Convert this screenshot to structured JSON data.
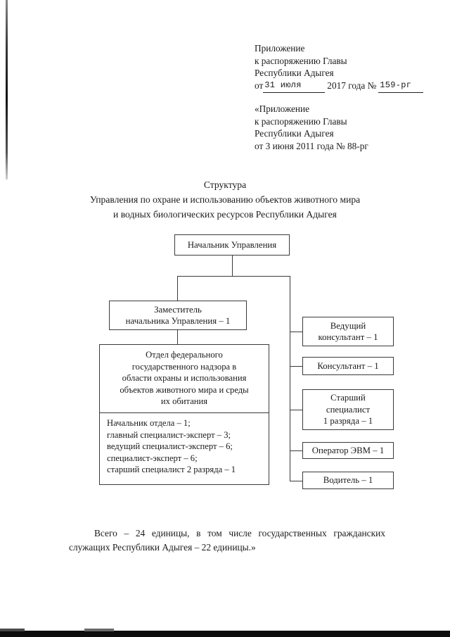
{
  "document": {
    "header_first": {
      "lines": [
        "Приложение",
        "к распоряжению Главы",
        "Республики Адыгея"
      ],
      "date_prefix": "от",
      "date_fill": "31 июля",
      "date_middle": "2017 года №",
      "number_fill": "159-рг"
    },
    "header_second": {
      "lines": [
        "«Приложение",
        "к распоряжению Главы",
        "Республики Адыгея",
        "от 3 июня 2011 года № 88-рг"
      ]
    },
    "title": {
      "lines": [
        "Структура",
        "Управления по охране и использованию объектов животного мира",
        "и водных биологических ресурсов Республики Адыгея"
      ]
    },
    "summary": "Всего – 24 единицы, в том числе государственных гражданских служащих Республики Адыгея – 22 единицы.»"
  },
  "chart_data": {
    "type": "diagram",
    "title": "Структура Управления по охране и использованию объектов животного мира и водных биологических ресурсов Республики Адыгея",
    "nodes": {
      "head": {
        "lines": [
          "Начальник Управления"
        ],
        "units": null
      },
      "deputy": {
        "lines": [
          "Заместитель",
          "начальника Управления – 1"
        ],
        "units": 1
      },
      "department": {
        "description_lines": [
          "Отдел федерального",
          "государственного надзора в",
          "области охраны и использования",
          "объектов животного мира и среды",
          "их обитания"
        ],
        "staff_lines": [
          "Начальник отдела – 1;",
          "главный специалист-эксперт – 3;",
          "ведущий специалист-эксперт – 6;",
          "специалист-эксперт – 6;",
          "старший специалист 2 разряда – 1"
        ],
        "staff_units": [
          1,
          3,
          6,
          6,
          1
        ]
      },
      "lead_consultant": {
        "lines": [
          "Ведущий",
          "консультант – 1"
        ],
        "units": 1
      },
      "consultant": {
        "lines": [
          "Консультант – 1"
        ],
        "units": 1
      },
      "senior_specialist": {
        "lines": [
          "Старший",
          "специалист",
          "1 разряда – 1"
        ],
        "units": 1
      },
      "operator": {
        "lines": [
          "Оператор ЭВМ – 1"
        ],
        "units": 1
      },
      "driver": {
        "lines": [
          "Водитель – 1"
        ],
        "units": 1
      }
    },
    "totals": {
      "total_units": 24,
      "civil_servants": 22
    }
  }
}
